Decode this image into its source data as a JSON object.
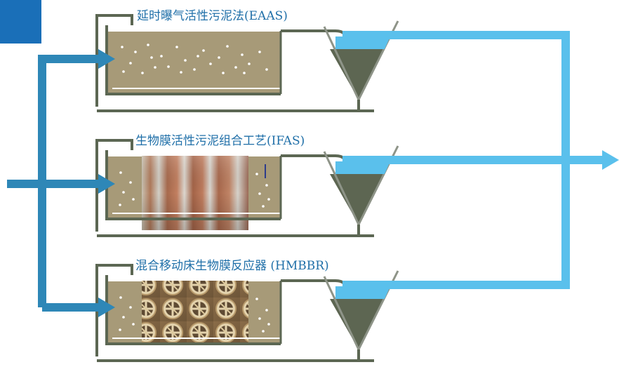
{
  "colors": {
    "inlet_pipe": "#2e87b7",
    "effluent_pipe": "#5ac0ec",
    "tank_wall": "#5c6753",
    "mixed_liquor": "#a79a78",
    "sludge_cone": "#5d6652",
    "bubble": "#ffffff",
    "title_text": "#1f6fa8",
    "corner_accent": "#1a6fb8"
  },
  "processes": [
    {
      "label": "延时曝气活性污泥法(EAAS)",
      "media": "none"
    },
    {
      "label": "生物膜活性污泥组合工艺(IFAS)",
      "media": "fixed-film-curtain"
    },
    {
      "label": "混合移动床生物膜反应器 (HMBBR)",
      "media": "moving-bed-carriers"
    }
  ],
  "icons": {
    "influent_arrow": "arrow-right",
    "effluent_arrow": "arrow-right"
  }
}
